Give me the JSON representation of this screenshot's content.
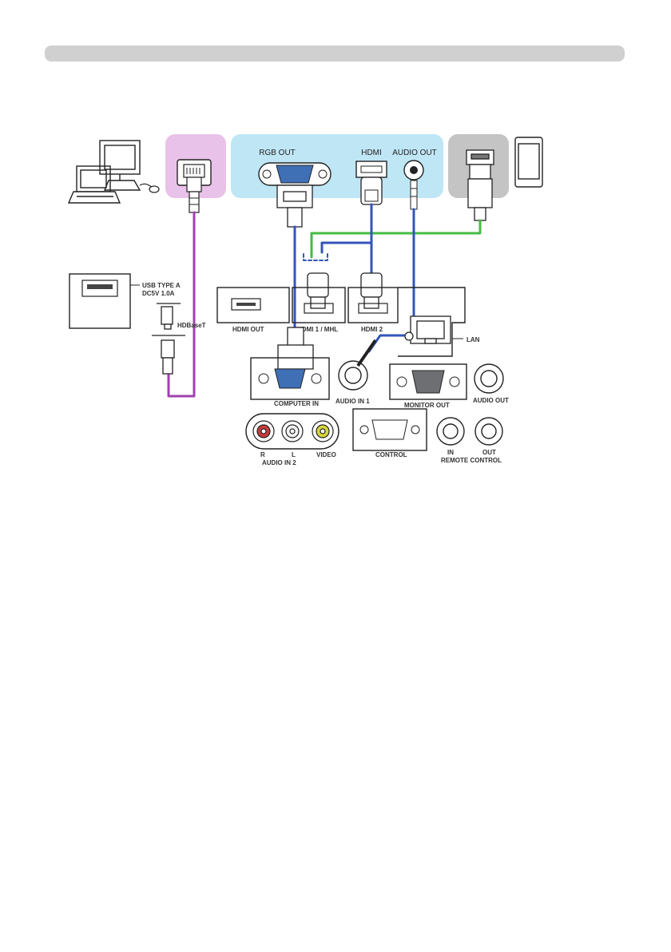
{
  "header": {
    "title": ""
  },
  "colors": {
    "header": "#d0d0d0",
    "lan_source": "#e8c2e8",
    "computer_panel": "#bfe6f5",
    "mobile_panel": "#c4c4c4",
    "cable_blue": "#3355bb",
    "cable_green": "#44bb44",
    "cable_purple": "#a040b0"
  },
  "icons": [
    "computer-icon",
    "laptop-icon",
    "mouse-icon",
    "lan-jack-icon",
    "vga-port-icon",
    "hdmi-port-icon",
    "audio-jack-icon",
    "micro-usb-icon",
    "tablet-icon",
    "rca-jack-icon",
    "serial-port-icon",
    "usb-port-icon"
  ],
  "labels": {
    "rgb_out": "RGB OUT",
    "hdmi": "HDMI",
    "audio_out_source": "AUDIO OUT",
    "usb_type_a": "USB TYPE A",
    "usb_power": "DC5V 1.0A",
    "hdbaset": "HDBaseT",
    "hdmi_out": "HDMI OUT",
    "hdmi1_mhl": "HDMI 1 / MHL",
    "hdmi2": "HDMI 2",
    "lan": "LAN",
    "computer_in": "COMPUTER IN",
    "audio_in1": "AUDIO IN 1",
    "monitor_out": "MONITOR OUT",
    "audio_out": "AUDIO OUT",
    "r": "R",
    "l": "L",
    "audio_in2": "AUDIO IN 2",
    "video": "VIDEO",
    "control": "CONTROL",
    "in": "IN",
    "out": "OUT",
    "remote_control": "REMOTE CONTROL"
  }
}
